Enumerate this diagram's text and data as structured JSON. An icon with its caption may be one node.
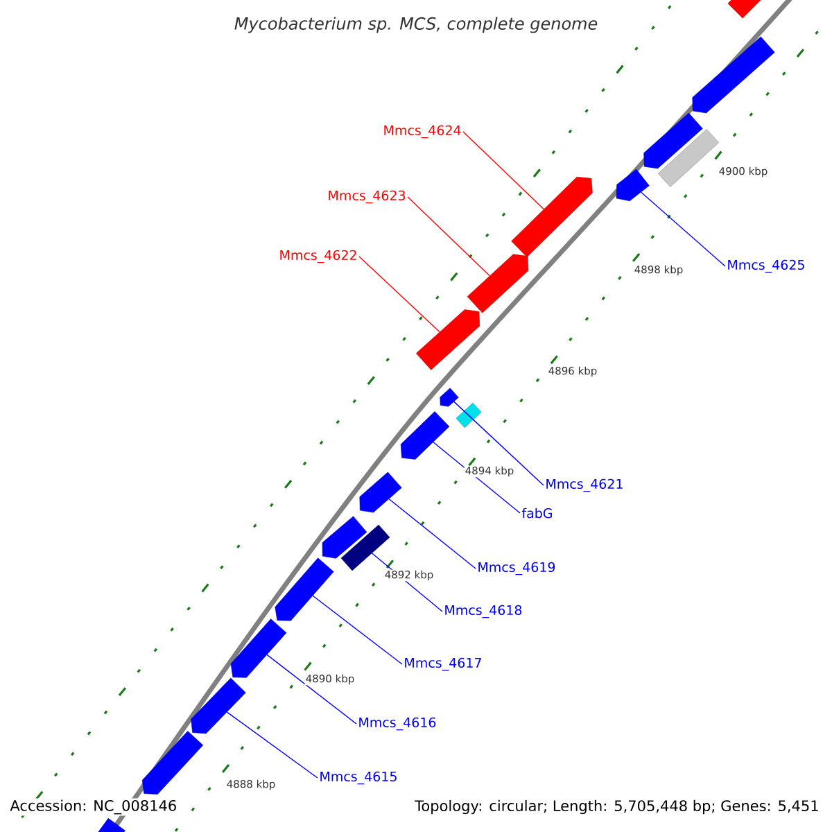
{
  "diagram": {
    "title": "Mycobacterium sp. MCS, complete genome",
    "nodes": [
      {
        "text": [],
        "shape": "bar"
      },
      {
        "text": [],
        "shape": "bar"
      },
      {
        "text": [],
        "shape": "bar"
      },
      {
        "text": [],
        "shape": "bar"
      },
      {
        "text": [],
        "shape": "box"
      },
      {
        "text": [],
        "shape": "bar"
      },
      {
        "text": [],
        "shape": "bar"
      },
      {
        "text": [],
        "shape": "bar"
      },
      {
        "text": [],
        "shape": "bar"
      },
      {
        "text": [],
        "shape": "box"
      },
      {
        "text": [],
        "shape": "bar"
      },
      {
        "text": [],
        "shape": "bar"
      },
      {
        "text": [],
        "shape": "bar"
      },
      {
        "text": [],
        "shape": "box"
      },
      {
        "text": [],
        "shape": "bar"
      },
      {
        "text": [],
        "shape": "bar"
      },
      {
        "text": [],
        "shape": "bar"
      },
      {
        "text": [],
        "shape": "bar"
      },
      {
        "text": [],
        "shape": "bar"
      },
      {
        "text": [
          "Mmcs_4624"
        ]
      },
      {
        "text": [
          "Mmcs_4623"
        ]
      },
      {
        "text": [
          "Mmcs_4622"
        ]
      },
      {
        "text": [
          "Mmcs_4625"
        ]
      },
      {
        "text": [
          "Mmcs_4621"
        ]
      },
      {
        "text": [
          "fabG"
        ]
      },
      {
        "text": [
          "Mmcs_4619"
        ]
      },
      {
        "text": [
          "Mmcs_4618"
        ]
      },
      {
        "text": [
          "Mmcs_4617"
        ]
      },
      {
        "text": [
          "Mmcs_4616"
        ]
      },
      {
        "text": [
          "Mmcs_4615"
        ]
      }
    ],
    "edges": [
      {
        "from": 19,
        "to": 5,
        "arrow": "none",
        "color": "#ff0000"
      },
      {
        "from": 20,
        "to": 6,
        "arrow": "none",
        "color": "#ff0000"
      },
      {
        "from": 21,
        "to": 7,
        "arrow": "none",
        "color": "#ff0000"
      },
      {
        "from": 22,
        "to": 3,
        "arrow": "none"
      },
      {
        "from": 23,
        "to": 8,
        "arrow": "none"
      },
      {
        "from": 24,
        "to": 10,
        "arrow": "none"
      },
      {
        "from": 25,
        "to": 11,
        "arrow": "none"
      },
      {
        "from": 26,
        "to": 13,
        "arrow": "none"
      },
      {
        "from": 27,
        "to": 14,
        "arrow": "none"
      },
      {
        "from": 28,
        "to": 15,
        "arrow": "none"
      },
      {
        "from": 29,
        "to": 16,
        "arrow": "none"
      }
    ],
    "labels": [
      "4900 kbp",
      "4898 kbp",
      "4896 kbp",
      "4894 kbp",
      "4892 kbp",
      "4890 kbp",
      "4888 kbp",
      "Accession: NC_008146",
      "Topology: circular; Length: 5,705,448 bp; Genes: 5,451"
    ]
  }
}
